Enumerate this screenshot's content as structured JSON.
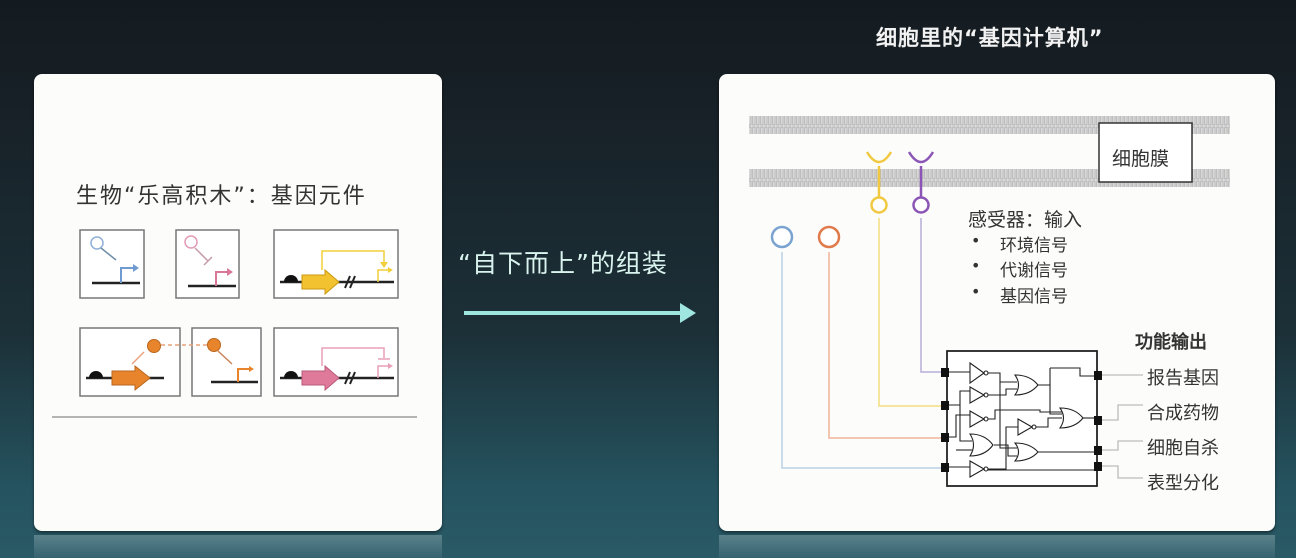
{
  "header": {
    "right_title": "细胞里的“基因计算机”"
  },
  "left_panel": {
    "title": "生物“乐高积木”：基因元件",
    "parts": [
      {
        "name": "activator-promoter",
        "color": "#6f9bd1"
      },
      {
        "name": "repressor-promoter",
        "color": "#d9769a"
      },
      {
        "name": "positive-feedback-gene",
        "color": "#f2c230"
      },
      {
        "name": "signal-producer-gene",
        "color": "#e8852c"
      },
      {
        "name": "signal-receiver-promoter",
        "color": "#e8852c"
      },
      {
        "name": "negative-feedback-gene",
        "color": "#e07a9a"
      }
    ]
  },
  "middle": {
    "label": "“自下而上”的组装",
    "arrow_color": "#9fe6e0"
  },
  "right_panel": {
    "membrane_label": "细胞膜",
    "sensors": {
      "heading": "感受器：输入",
      "items": [
        "环境信号",
        "代谢信号",
        "基因信号"
      ]
    },
    "outputs": {
      "heading": "功能输出",
      "items": [
        "报告基因",
        "合成药物",
        "细胞自杀",
        "表型分化"
      ]
    },
    "input_colors": {
      "blue": "#7aa3d0",
      "orange": "#e07a4a",
      "yellow": "#f0c940",
      "purple": "#8b55b5"
    }
  }
}
